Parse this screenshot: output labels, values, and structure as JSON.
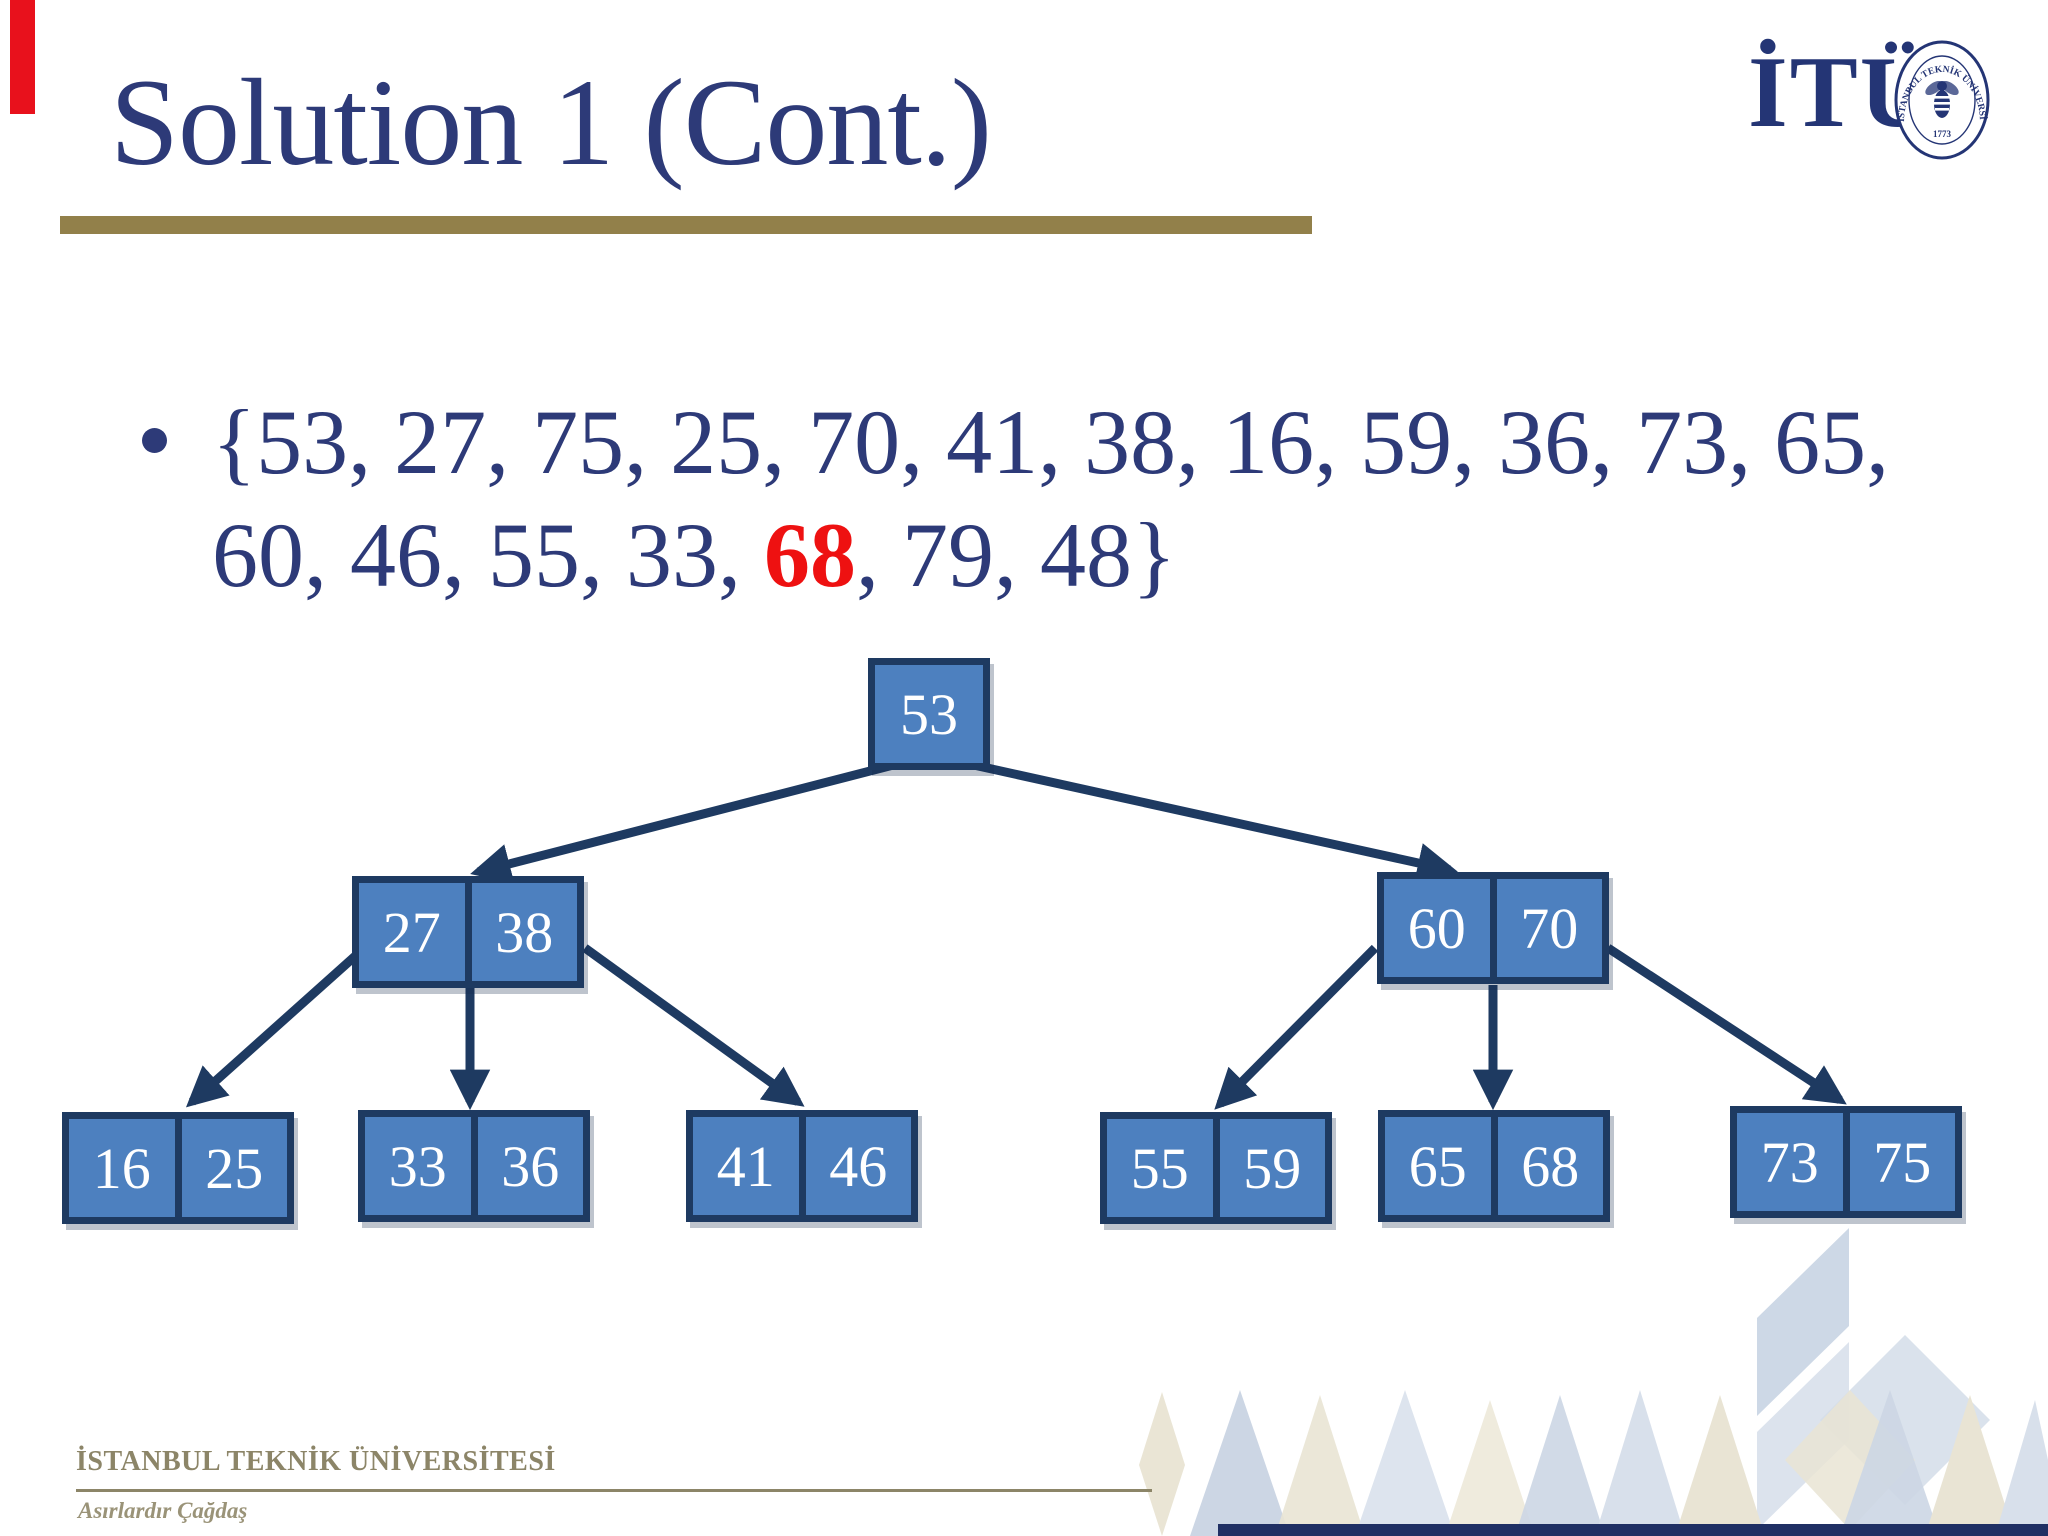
{
  "slide": {
    "title": "Solution 1 (Cont.)",
    "colors": {
      "title_navy": "#2d3a78",
      "gold_rule": "#92804a",
      "highlight_red": "#ee1111",
      "node_fill": "#4d80bf",
      "node_border": "#1e3a61",
      "footer_taupe": "#8c8568",
      "red_accent": "#e8111c"
    }
  },
  "bullet": {
    "line1": "{53, 27, 75, 25, 70, 41, 38, 16, 59, 36, 73, 65,",
    "line2_prefix": "60, 46, 55, 33, ",
    "highlighted_value": "68",
    "line2_suffix": ", 79, 48}"
  },
  "logo": {
    "wordmark": "İTÜ",
    "seal_text": "İSTANBUL TEKNİK ÜNİVERSİTESİ",
    "seal_year": "1773"
  },
  "tree": {
    "root": {
      "keys": [
        "53"
      ]
    },
    "internal": [
      {
        "keys": [
          "27",
          "38"
        ]
      },
      {
        "keys": [
          "60",
          "70"
        ]
      }
    ],
    "leaves": [
      {
        "keys": [
          "16",
          "25"
        ]
      },
      {
        "keys": [
          "33",
          "36"
        ]
      },
      {
        "keys": [
          "41",
          "46"
        ]
      },
      {
        "keys": [
          "55",
          "59"
        ]
      },
      {
        "keys": [
          "65",
          "68"
        ]
      },
      {
        "keys": [
          "73",
          "75"
        ]
      }
    ]
  },
  "footer": {
    "university": "İSTANBUL TEKNİK ÜNİVERSİTESİ",
    "tagline": "Asırlardır Çağdaş"
  }
}
